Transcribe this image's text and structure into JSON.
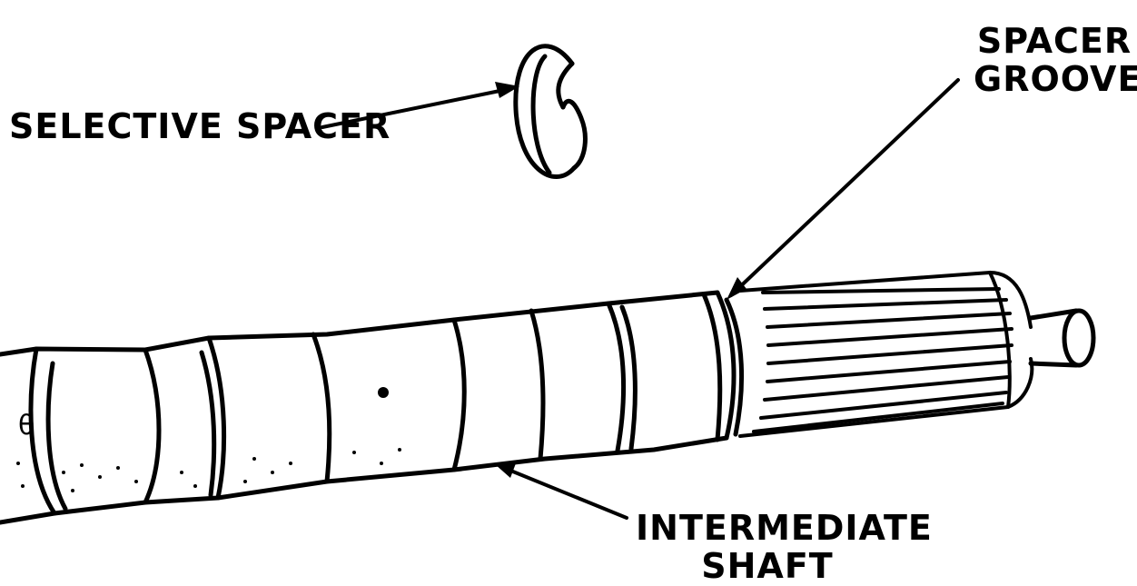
{
  "labels": {
    "selective_spacer": "SELECTIVE SPACER",
    "spacer_groove_line1": "SPACER",
    "spacer_groove_line2": "GROOVE",
    "intermediate_shaft_line1": "INTERMEDIATE",
    "intermediate_shaft_line2": "SHAFT"
  },
  "shaft_mark": "θ",
  "colors": {
    "ink": "#000000",
    "paper": "#ffffff"
  }
}
